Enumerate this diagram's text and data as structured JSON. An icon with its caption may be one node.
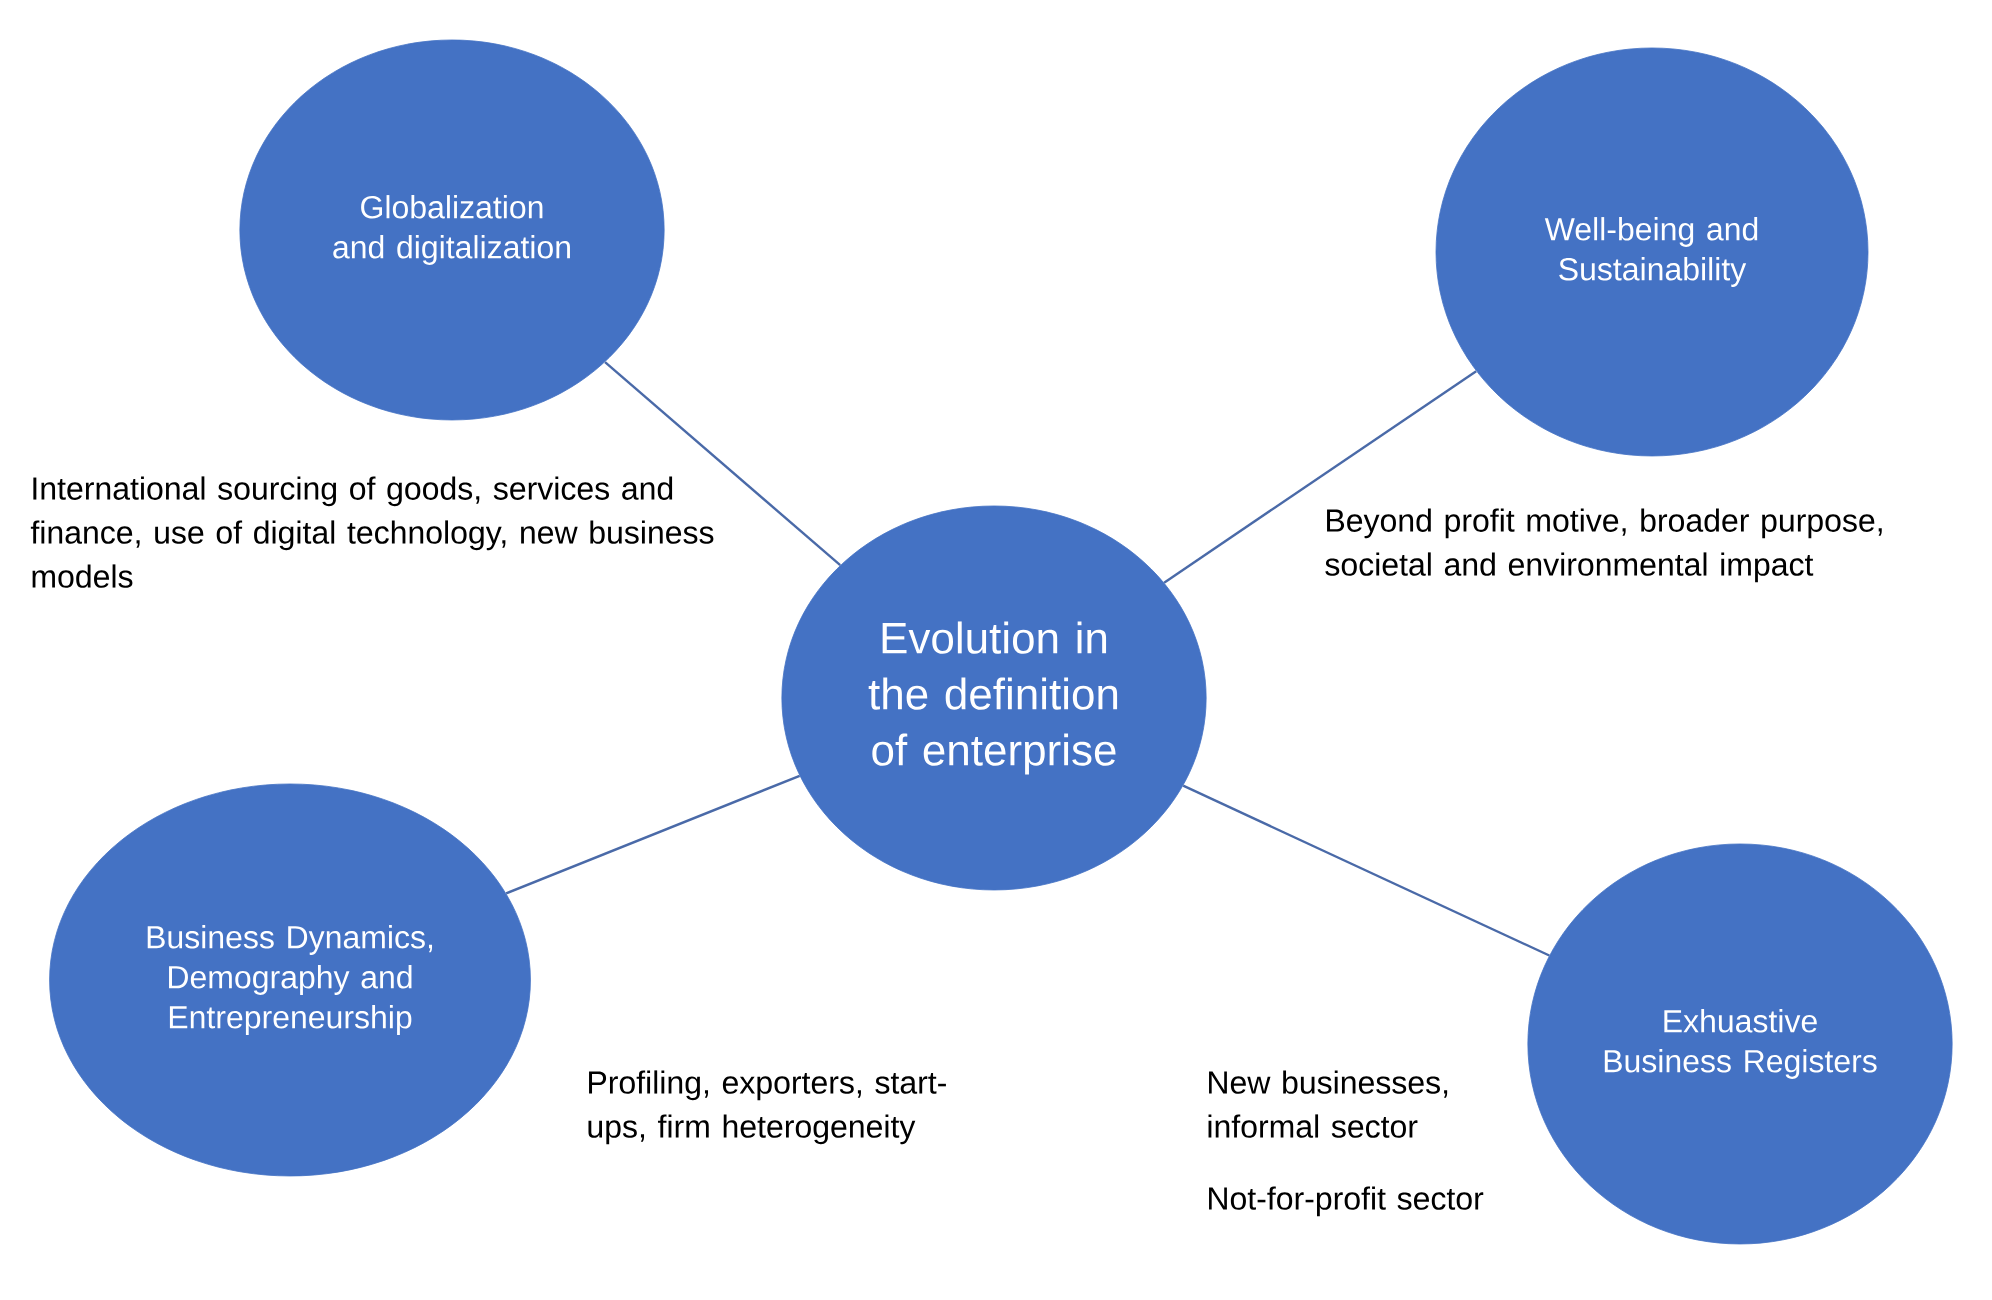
{
  "diagram": {
    "nodes": [
      {
        "text": [
          "Evolution in the definition of enterprise"
        ]
      },
      {
        "text": [
          "Globalization and digitalization"
        ],
        "beside": [
          "International sourcing of goods, services and finance, use of digital technology, new business models"
        ]
      },
      {
        "text": [
          "Well-being and Sustainability"
        ],
        "beside": [
          "Beyond profit motive, broader purpose, societal and environmental impact"
        ]
      },
      {
        "text": [
          "Business Dynamics, Demography and Entrepreneurship"
        ],
        "beside": [
          "Profiling, exporters, start- ups, firm heterogeneity"
        ]
      },
      {
        "text": [
          "Exhuastive Business Registers"
        ],
        "beside": [
          "New businesses, informal sector",
          "Not-for-profit sector"
        ]
      }
    ],
    "edges": [
      {
        "from": 0,
        "to": 1,
        "arrow": "none"
      },
      {
        "from": 0,
        "to": 2,
        "arrow": "none"
      },
      {
        "from": 0,
        "to": 3,
        "arrow": "none"
      },
      {
        "from": 0,
        "to": 4,
        "arrow": "none"
      }
    ]
  }
}
